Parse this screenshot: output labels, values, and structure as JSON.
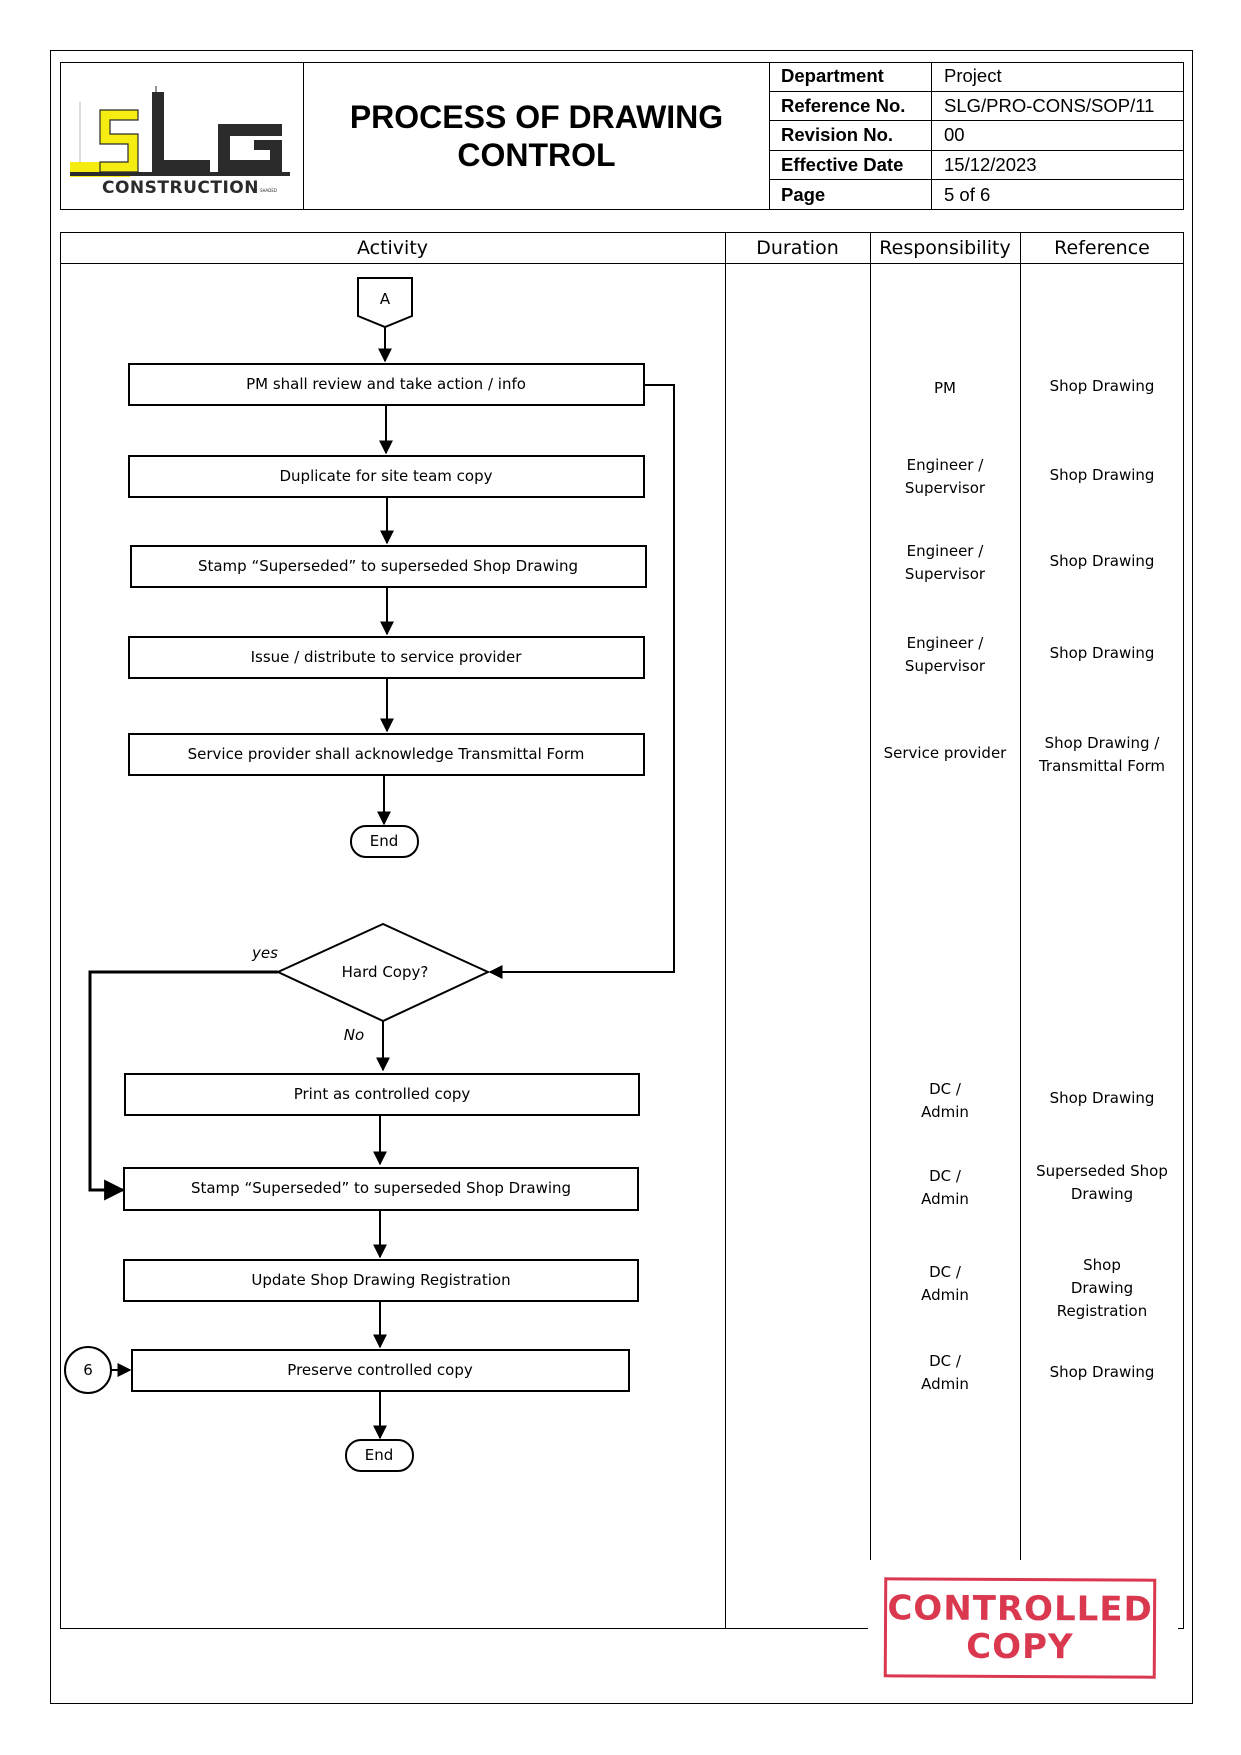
{
  "logo": {
    "letters": "SLG",
    "subtitle": "CONSTRUCTION",
    "mark": "SHADED"
  },
  "title": {
    "line1": "PROCESS OF DRAWING",
    "line2": "CONTROL"
  },
  "meta": [
    {
      "key": "Department",
      "value": "Project"
    },
    {
      "key": "Reference No.",
      "value": "SLG/PRO-CONS/SOP/11"
    },
    {
      "key": "Revision No.",
      "value": "00"
    },
    {
      "key": "Effective Date",
      "value": "15/12/2023"
    },
    {
      "key": "Page",
      "value": "5 of 6"
    }
  ],
  "columns": {
    "activity": "Activity",
    "duration": "Duration",
    "responsibility": "Responsibility",
    "reference": "Reference"
  },
  "flow": {
    "connector_a": "A",
    "steps": [
      "PM shall review and take action / info",
      "Duplicate for site team copy",
      "Stamp “Superseded” to superseded Shop Drawing",
      "Issue / distribute to service provider",
      "Service provider shall acknowledge Transmittal Form",
      "Print as controlled copy",
      "Stamp “Superseded” to superseded Shop Drawing",
      "Update Shop Drawing Registration",
      "Preserve controlled copy"
    ],
    "end1": "End",
    "end2": "End",
    "decision": "Hard Copy?",
    "yes": "yes",
    "no": "No",
    "connector_6": "6"
  },
  "rows": [
    {
      "responsibility": [
        "PM"
      ],
      "reference": [
        "Shop Drawing"
      ]
    },
    {
      "responsibility": [
        "Engineer /",
        "Supervisor"
      ],
      "reference": [
        "Shop Drawing"
      ]
    },
    {
      "responsibility": [
        "Engineer /",
        "Supervisor"
      ],
      "reference": [
        "Shop Drawing"
      ]
    },
    {
      "responsibility": [
        "Engineer /",
        "Supervisor"
      ],
      "reference": [
        "Shop Drawing"
      ]
    },
    {
      "responsibility": [
        "Service provider"
      ],
      "reference": [
        "Shop Drawing /",
        "Transmittal Form"
      ]
    },
    {
      "responsibility": [
        "DC /",
        "Admin"
      ],
      "reference": [
        "Shop Drawing"
      ]
    },
    {
      "responsibility": [
        "DC /",
        "Admin"
      ],
      "reference": [
        "Superseded Shop",
        "Drawing"
      ]
    },
    {
      "responsibility": [
        "DC /",
        "Admin"
      ],
      "reference": [
        "Shop",
        "Drawing",
        "Registration"
      ]
    },
    {
      "responsibility": [
        "DC /",
        "Admin"
      ],
      "reference": [
        "Shop Drawing"
      ]
    }
  ],
  "stamp": {
    "line1": "CONTROLLED",
    "line2": "COPY"
  },
  "colors": {
    "logo_yellow": "#f5ec12",
    "logo_dark": "#2b2b2b",
    "stamp_red": "#d9384f"
  }
}
